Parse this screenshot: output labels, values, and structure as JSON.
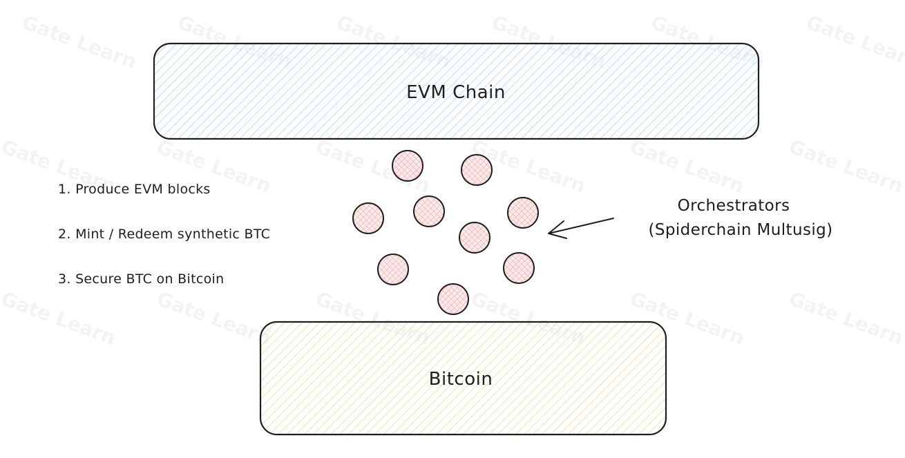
{
  "diagram": {
    "evm_chain_label": "EVM Chain",
    "bitcoin_label": "Bitcoin",
    "steps": [
      "1. Produce EVM blocks",
      "2. Mint / Redeem synthetic BTC",
      "3. Secure BTC on Bitcoin"
    ],
    "orchestrators_title": "Orchestrators",
    "orchestrators_subtitle": "(Spiderchain Multusig)",
    "orchestrator_count": 9
  },
  "watermark": {
    "text": "Gate Learn"
  },
  "colors": {
    "evm_hatch": "#a5d8ff",
    "bitcoin_hatch": "#ece6a4",
    "node_hatch": "#f3a6a6",
    "node_fill": "#fde8e8",
    "stroke": "#1e1e1e"
  }
}
